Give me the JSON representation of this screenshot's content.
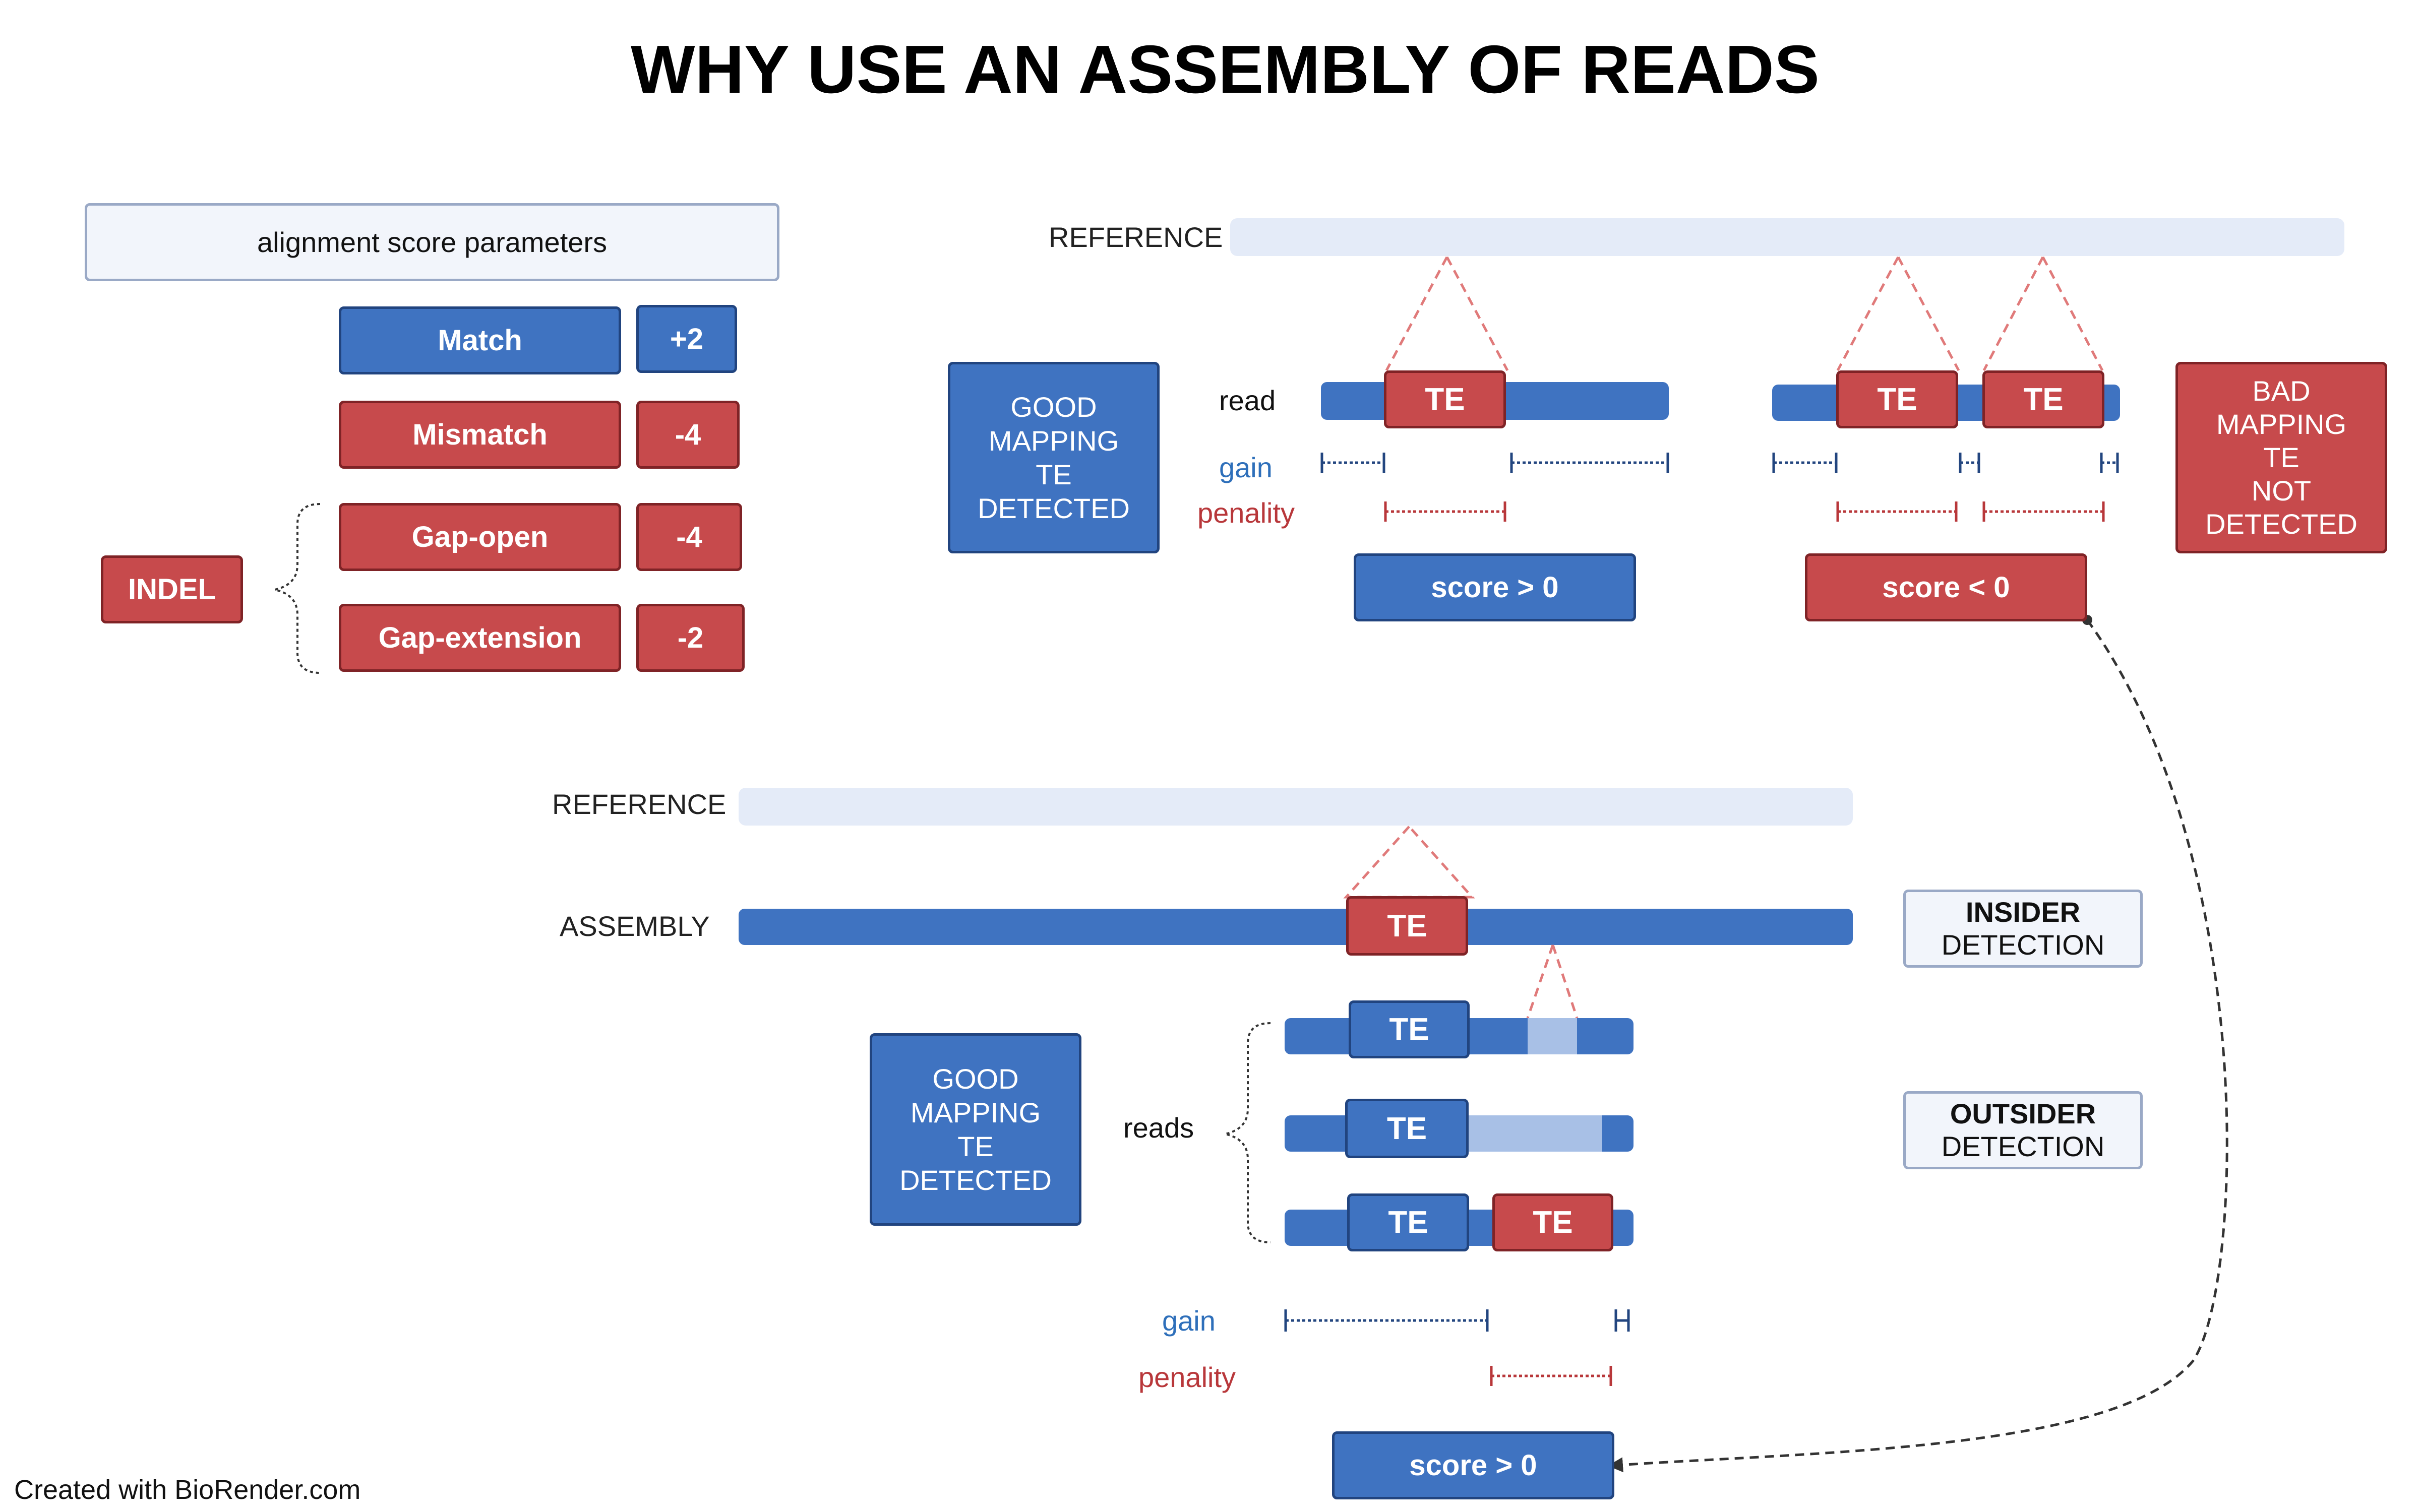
{
  "title": "WHY USE AN ASSEMBLY OF READS",
  "footer": "Created with BioRender.com",
  "params": {
    "header": "alignment score parameters",
    "indel": "INDEL",
    "rows": [
      {
        "name": "Match",
        "value": "+2"
      },
      {
        "name": "Mismatch",
        "value": "-4"
      },
      {
        "name": "Gap-open",
        "value": "-4"
      },
      {
        "name": "Gap-extension",
        "value": "-2"
      }
    ]
  },
  "top": {
    "reference": "REFERENCE",
    "read": "read",
    "te": "TE",
    "gain": "gain",
    "penalty": "penality",
    "good": "GOOD\nMAPPING\nTE\nDETECTED",
    "bad": "BAD\nMAPPING\nTE\nNOT\nDETECTED",
    "score_good": "score > 0",
    "score_bad": "score < 0"
  },
  "bottom": {
    "reference": "REFERENCE",
    "assembly": "ASSEMBLY",
    "reads": "reads",
    "te": "TE",
    "gain": "gain",
    "penalty": "penality",
    "good": "GOOD\nMAPPING\nTE\nDETECTED",
    "insider_bold": "INSIDER",
    "insider_rest": "DETECTION",
    "outsider_bold": "OUTSIDER",
    "outsider_rest": "DETECTION",
    "score": "score > 0"
  },
  "colors": {
    "blue": "#3f73c1",
    "red": "#c74a4c",
    "reference": "#e4ebf8",
    "gain": "#2e6fba",
    "penalty": "#b8373a"
  }
}
